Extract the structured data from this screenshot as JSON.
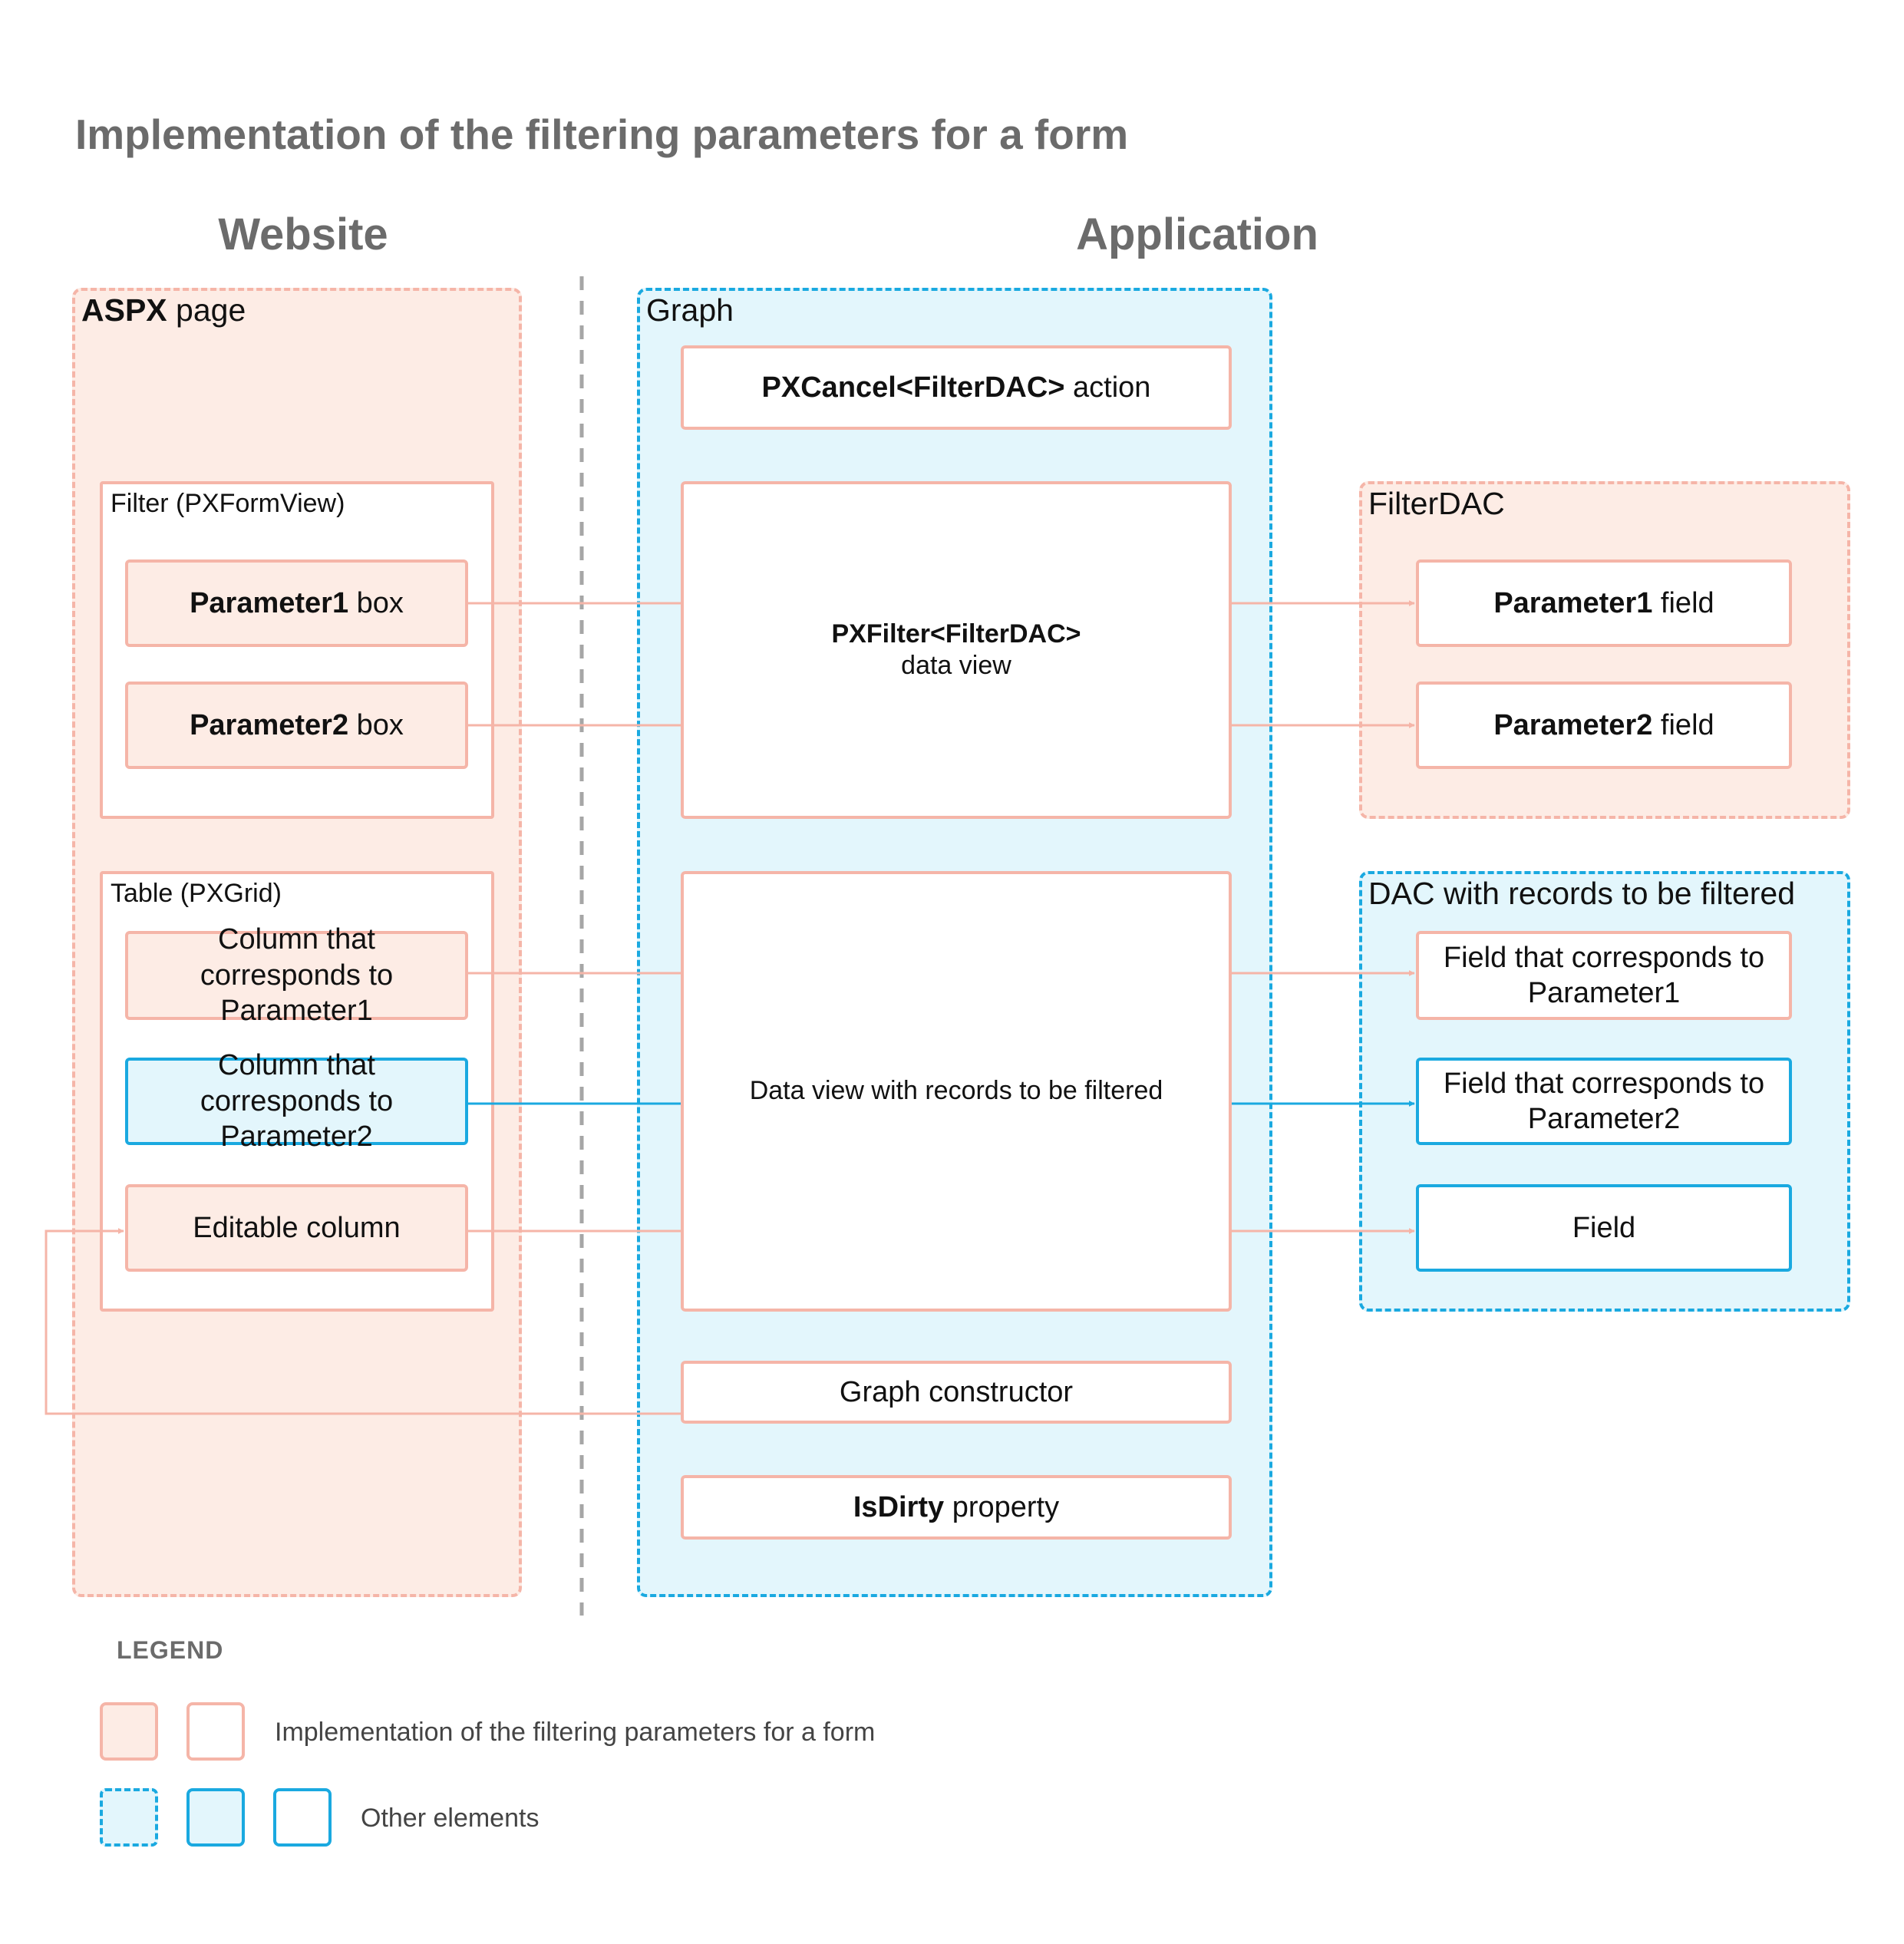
{
  "title": "Implementation of the filtering parameters for a form",
  "headings": {
    "website": "Website",
    "application": "Application"
  },
  "aspx": {
    "label_bold": "ASPX",
    "label_rest": " page",
    "filter": {
      "label": "Filter (PXFormView)",
      "param1": {
        "bold": "Parameter1",
        "rest": " box"
      },
      "param2": {
        "bold": "Parameter2",
        "rest": " box"
      }
    },
    "table": {
      "label": "Table (PXGrid)",
      "col1": "Column that corresponds to Parameter1",
      "col2": "Column that corresponds to Parameter2",
      "col3": "Editable column"
    }
  },
  "graph": {
    "label": "Graph",
    "cancel": {
      "bold": "PXCancel<FilterDAC>",
      "rest": " action"
    },
    "filter_view": {
      "line1": "PXFilter<FilterDAC>",
      "line2": "data view"
    },
    "records_view": "Data view with records to be filtered",
    "constructor": "Graph constructor",
    "isdirty": {
      "bold": "IsDirty",
      "rest": " property"
    }
  },
  "filterdac": {
    "label": "FilterDAC",
    "field1": {
      "bold": "Parameter1",
      "rest": " field"
    },
    "field2": {
      "bold": "Parameter2",
      "rest": " field"
    }
  },
  "dac": {
    "label": "DAC with records to be filtered",
    "field1": "Field that corresponds to Parameter1",
    "field2": "Field that corresponds to Parameter2",
    "field3": "Field"
  },
  "legend": {
    "title": "LEGEND",
    "row1_text": "Implementation of the filtering parameters for a form",
    "row2_text": "Other elements"
  },
  "colors": {
    "pink_fill": "#fdece5",
    "pink_stroke": "#f5b5a8",
    "blue_fill": "#e3f6fc",
    "blue_stroke": "#1aa9e0",
    "heading_gray": "#6b6b6b"
  }
}
